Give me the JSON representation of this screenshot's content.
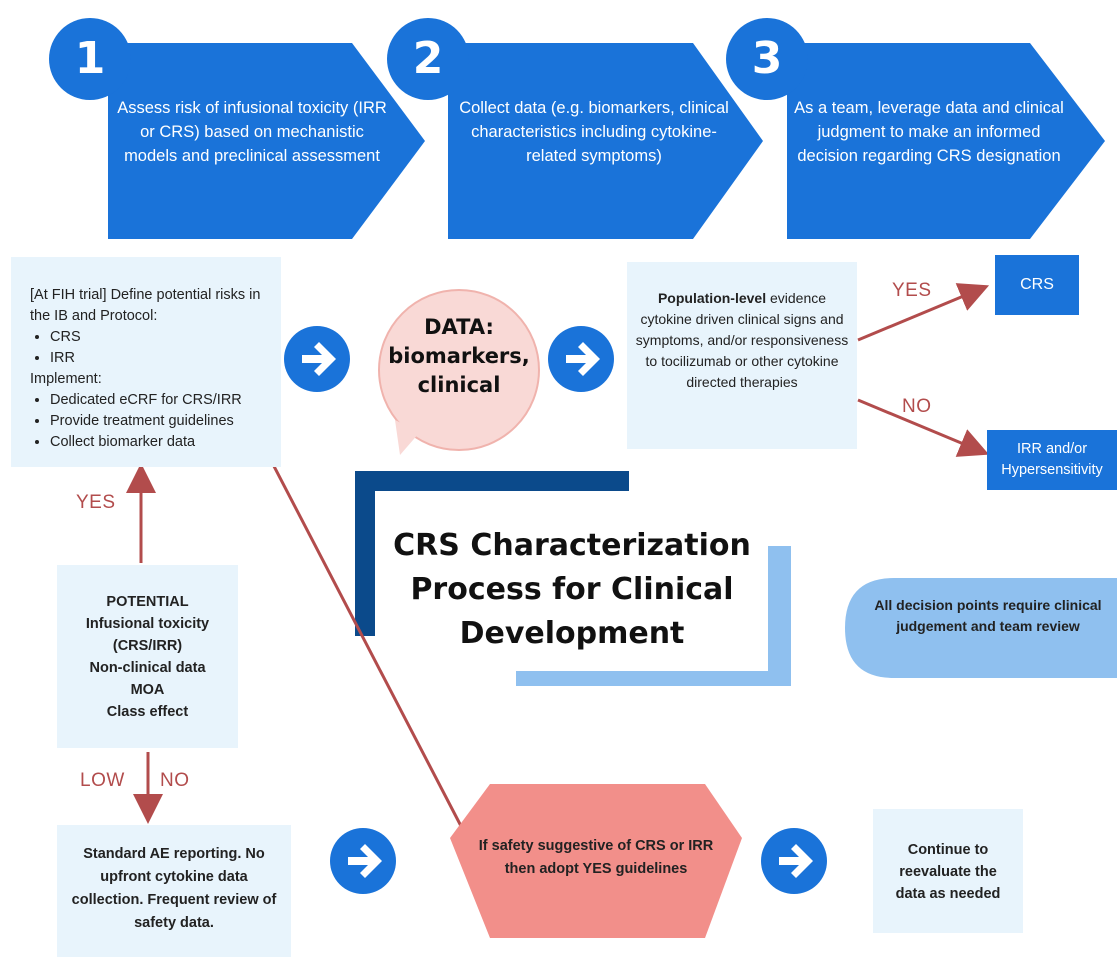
{
  "steps": [
    {
      "number": "1",
      "text": "Assess risk of infusional toxicity (IRR or CRS) based on mechanistic models and preclinical assessment"
    },
    {
      "number": "2",
      "text": "Collect data (e.g. biomarkers, clinical characteristics including cytokine-related symptoms)"
    },
    {
      "number": "3",
      "text": "As a team, leverage data and clinical judgment to make an informed decision regarding CRS designation"
    }
  ],
  "fih_box": {
    "intro": "[At FIH trial] Define potential risks in the IB and Protocol:",
    "risks": [
      "CRS",
      "IRR"
    ],
    "implement_label": "Implement:",
    "implement_items": [
      "Dedicated eCRF for CRS/IRR",
      "Provide treatment guidelines",
      "Collect biomarker data"
    ]
  },
  "data_circle": {
    "line1": "DATA:",
    "line2": "biomarkers,",
    "line3": "clinical"
  },
  "population_box": {
    "bold": "Population-level",
    "rest": " evidence cytokine driven clinical signs and symptoms, and/or responsiveness to tocilizumab or other cytokine directed therapies"
  },
  "outcomes": {
    "yes_label": "YES",
    "no_label": "NO",
    "crs": "CRS",
    "irr_line1": "IRR and/or",
    "irr_line2": "Hypersensitivity"
  },
  "title": {
    "line1": "CRS Characterization",
    "line2": "Process for Clinical",
    "line3": "Development"
  },
  "note": "All decision points require clinical judgement and team review",
  "potential_box": [
    "POTENTIAL",
    "Infusional toxicity",
    "(CRS/IRR)",
    "Non-clinical data",
    "MOA",
    "Class effect"
  ],
  "left_labels": {
    "yes": "YES",
    "low": "LOW",
    "no": "NO"
  },
  "standard_box": "Standard AE reporting. No upfront cytokine data collection. Frequent review of safety data.",
  "hexagon": "If safety suggestive of CRS or IRR then adopt YES guidelines",
  "continue_box": "Continue to reevaluate the data as needed",
  "colors": {
    "primary_blue": "#1a73d9",
    "pale_blue": "#e8f4fc",
    "salmon": "#f28f8a",
    "arrow_red": "#b24c4c",
    "navy": "#0b4a8b",
    "light_blue": "#8fc0ef"
  }
}
